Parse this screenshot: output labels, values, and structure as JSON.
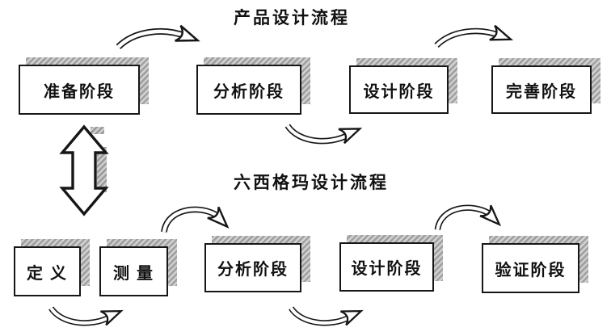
{
  "diagram": {
    "top_flow": {
      "title": "产品设计流程",
      "stages": [
        "准备阶段",
        "分析阶段",
        "设计阶段",
        "完善阶段"
      ]
    },
    "bottom_flow": {
      "title": "六西格玛设计流程",
      "stages": [
        "定 义",
        "测 量",
        "分析阶段",
        "设计阶段",
        "验证阶段"
      ]
    },
    "connectors": {
      "horizontal": "curved-flow-arrow",
      "vertical": "double-headed-arrow"
    },
    "colors": {
      "ink": "#161616",
      "shadow_gray": "#9a9a9a",
      "background": "#ffffff"
    }
  }
}
